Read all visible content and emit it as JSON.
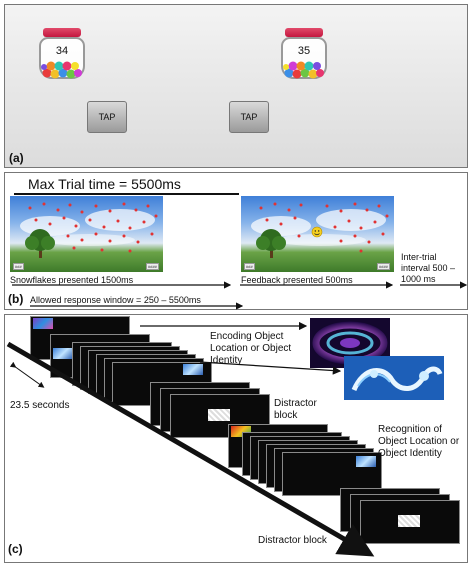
{
  "panel_a": {
    "label": "(a)",
    "jars": [
      {
        "count": "34"
      },
      {
        "count": "35"
      }
    ],
    "tap_label": "TAP"
  },
  "panel_b": {
    "label": "(b)",
    "max_trial": "Max Trial time = 5500ms",
    "snowflakes_caption": "Snowflakes presented 1500ms",
    "feedback_caption": "Feedback presented 500ms",
    "iti_caption": "Inter-trial interval 500 – 1000 ms",
    "response_window": "Allowed response window = 250 – 5500ms",
    "badge_left": "###",
    "badge_right": "####"
  },
  "panel_c": {
    "label": "(c)",
    "duration": "23.5 seconds",
    "encoding_caption": "Encoding Object Location or Object Identity",
    "distractor_caption": "Distractor block",
    "recognition_caption": "Recognition of Object Location or Object Identity",
    "distractor_caption_2": "Distractor block"
  }
}
